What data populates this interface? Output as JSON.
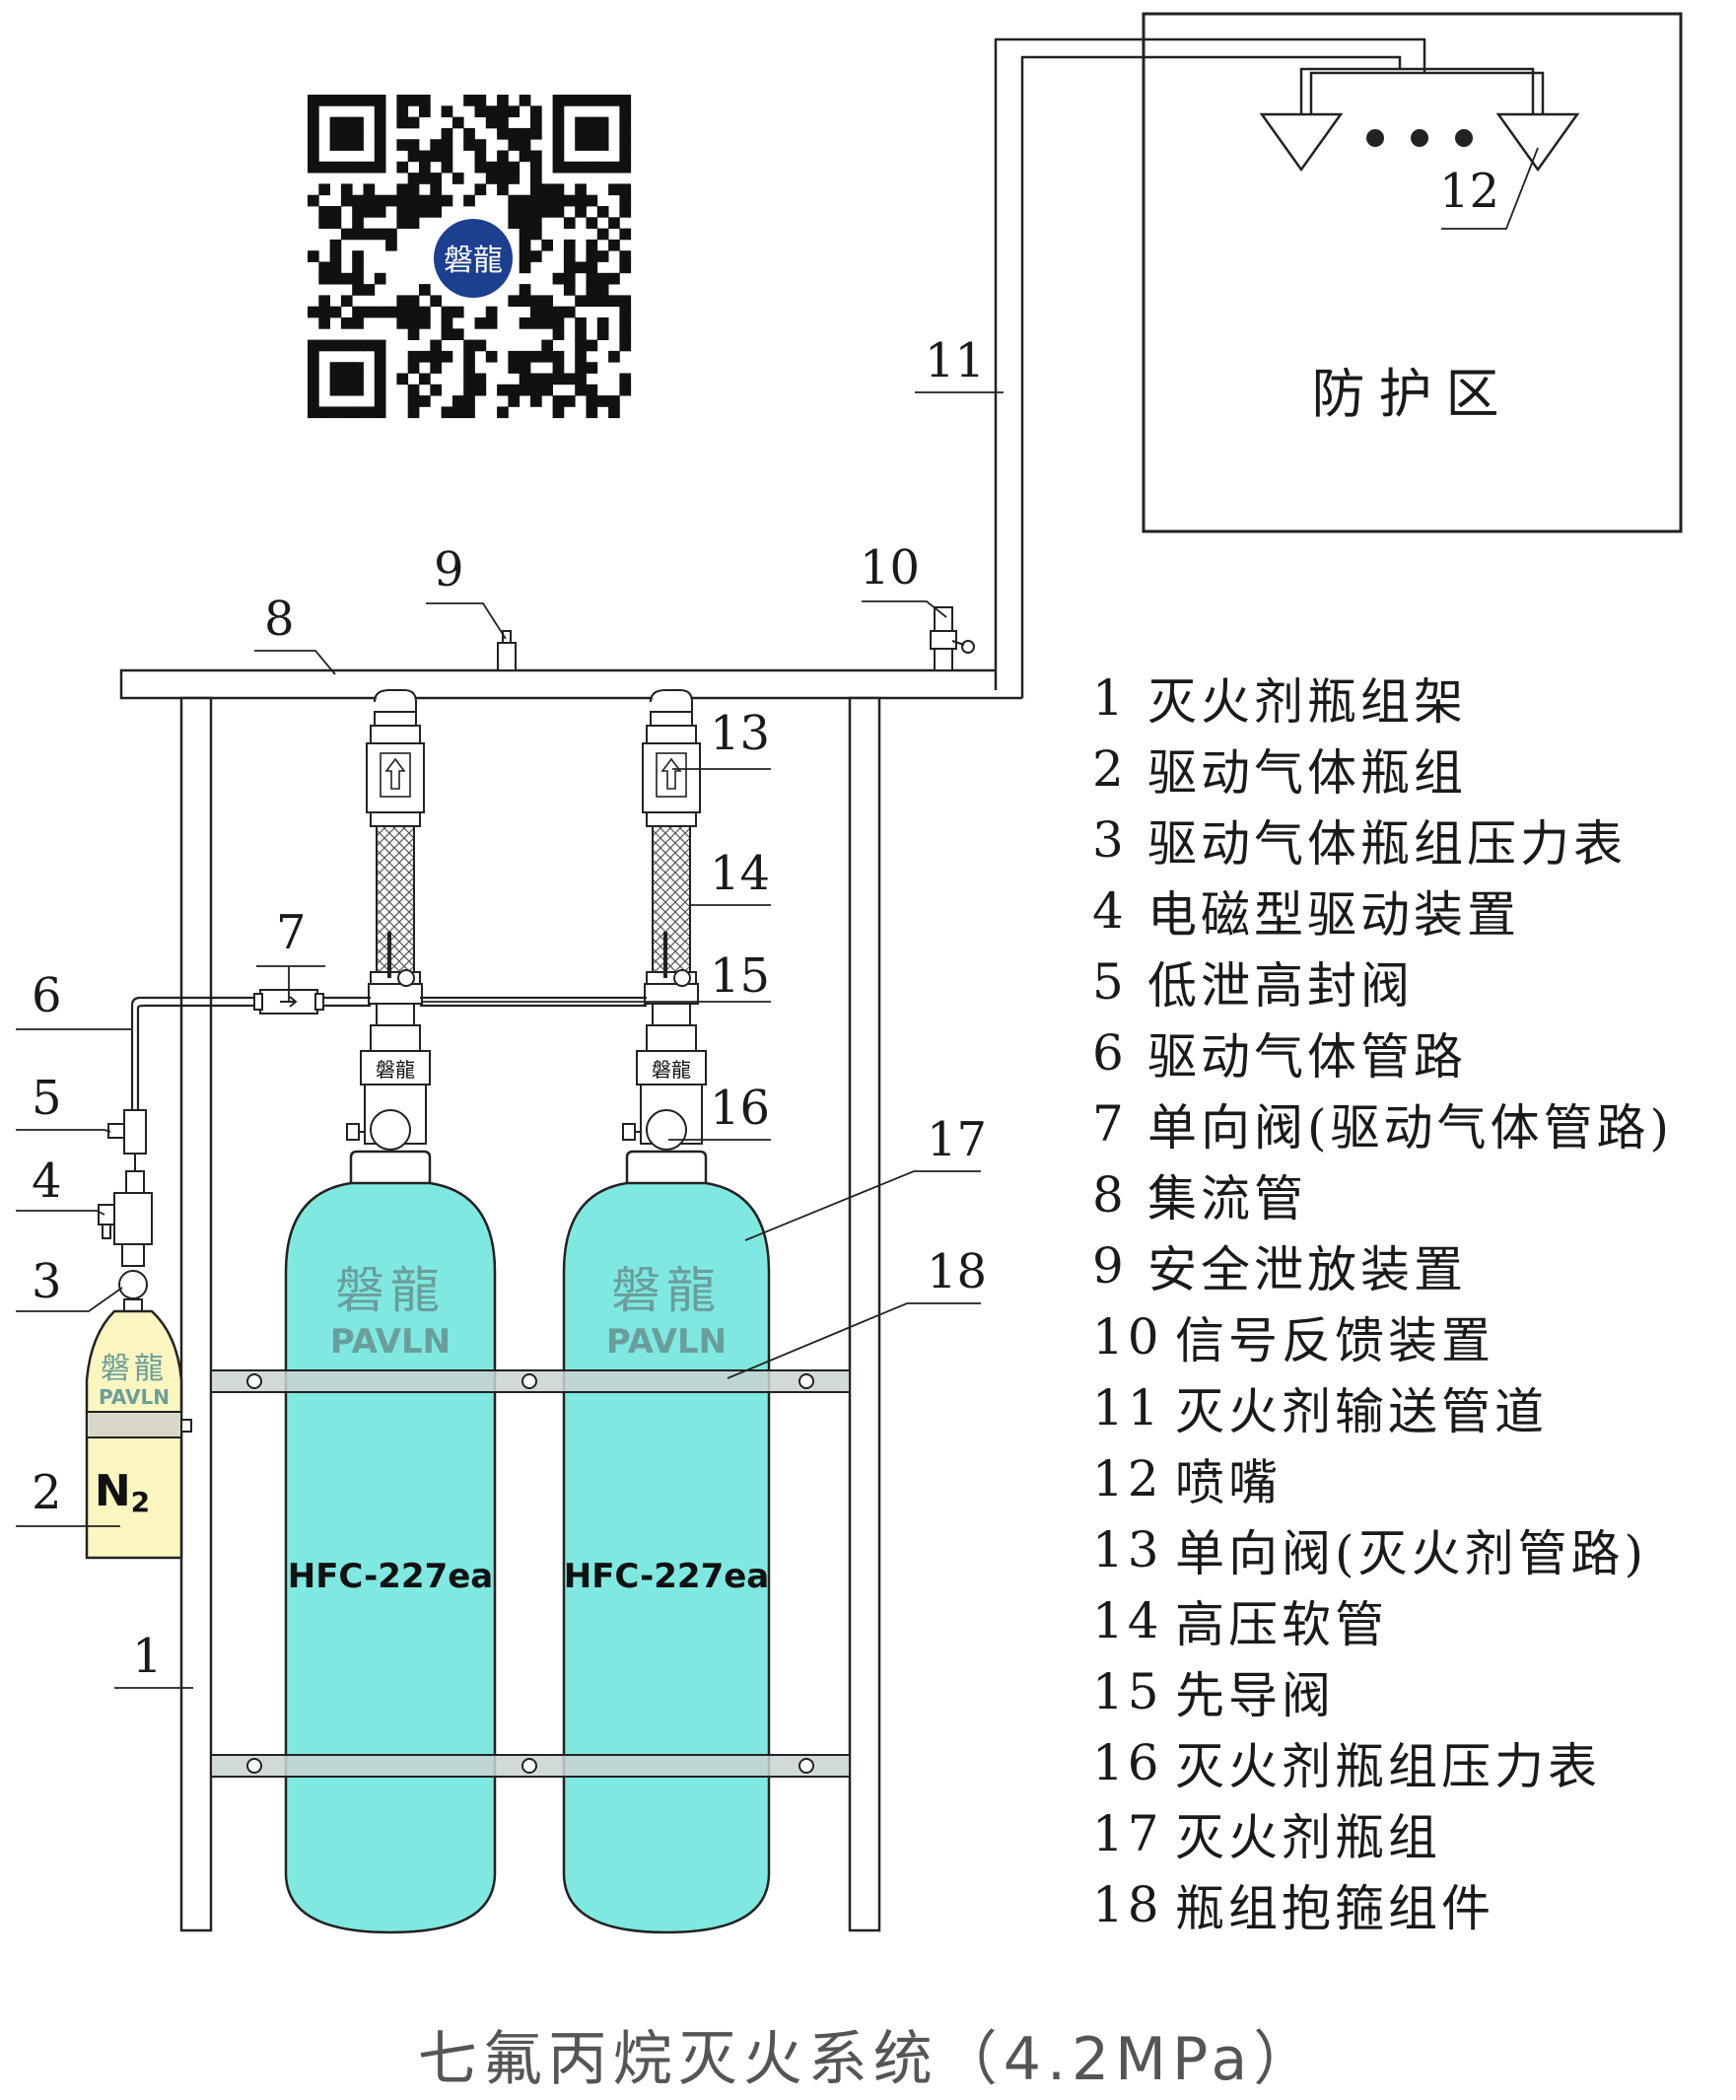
{
  "protection_zone": {
    "label": "防护区"
  },
  "callouts": [
    "1",
    "2",
    "3",
    "4",
    "5",
    "6",
    "7",
    "8",
    "9",
    "10",
    "11",
    "12",
    "13",
    "14",
    "15",
    "16",
    "17",
    "18"
  ],
  "legend": [
    {
      "num": "1",
      "label": "灭火剂瓶组架"
    },
    {
      "num": "2",
      "label": "驱动气体瓶组"
    },
    {
      "num": "3",
      "label": "驱动气体瓶组压力表"
    },
    {
      "num": "4",
      "label": "电磁型驱动装置"
    },
    {
      "num": "5",
      "label": "低泄高封阀"
    },
    {
      "num": "6",
      "label": "驱动气体管路"
    },
    {
      "num": "7",
      "label": "单向阀(驱动气体管路)"
    },
    {
      "num": "8",
      "label": "集流管"
    },
    {
      "num": "9",
      "label": "安全泄放装置"
    },
    {
      "num": "10",
      "label": "信号反馈装置"
    },
    {
      "num": "11",
      "label": "灭火剂输送管道"
    },
    {
      "num": "12",
      "label": "喷嘴"
    },
    {
      "num": "13",
      "label": "单向阀(灭火剂管路)"
    },
    {
      "num": "14",
      "label": "高压软管"
    },
    {
      "num": "15",
      "label": "先导阀"
    },
    {
      "num": "16",
      "label": "灭火剂瓶组压力表"
    },
    {
      "num": "17",
      "label": "灭火剂瓶组"
    },
    {
      "num": "18",
      "label": "瓶组抱箍组件"
    }
  ],
  "cylinders": {
    "brand_cn": "磐龍",
    "brand_en": "PAVLN",
    "agent": "HFC-227ea",
    "n2_label": "N",
    "n2_sub": "2",
    "valve_badge": "磐龍"
  },
  "qr": {
    "logo_text": "磐龍"
  },
  "title": "七氟丙烷灭火系统（4.2MPa）",
  "colors": {
    "agent_cylinder": "#7fe8e0",
    "n2_cylinder": "#fbf6c0",
    "brand_text": "#6a9e9a",
    "line": "#222222"
  }
}
